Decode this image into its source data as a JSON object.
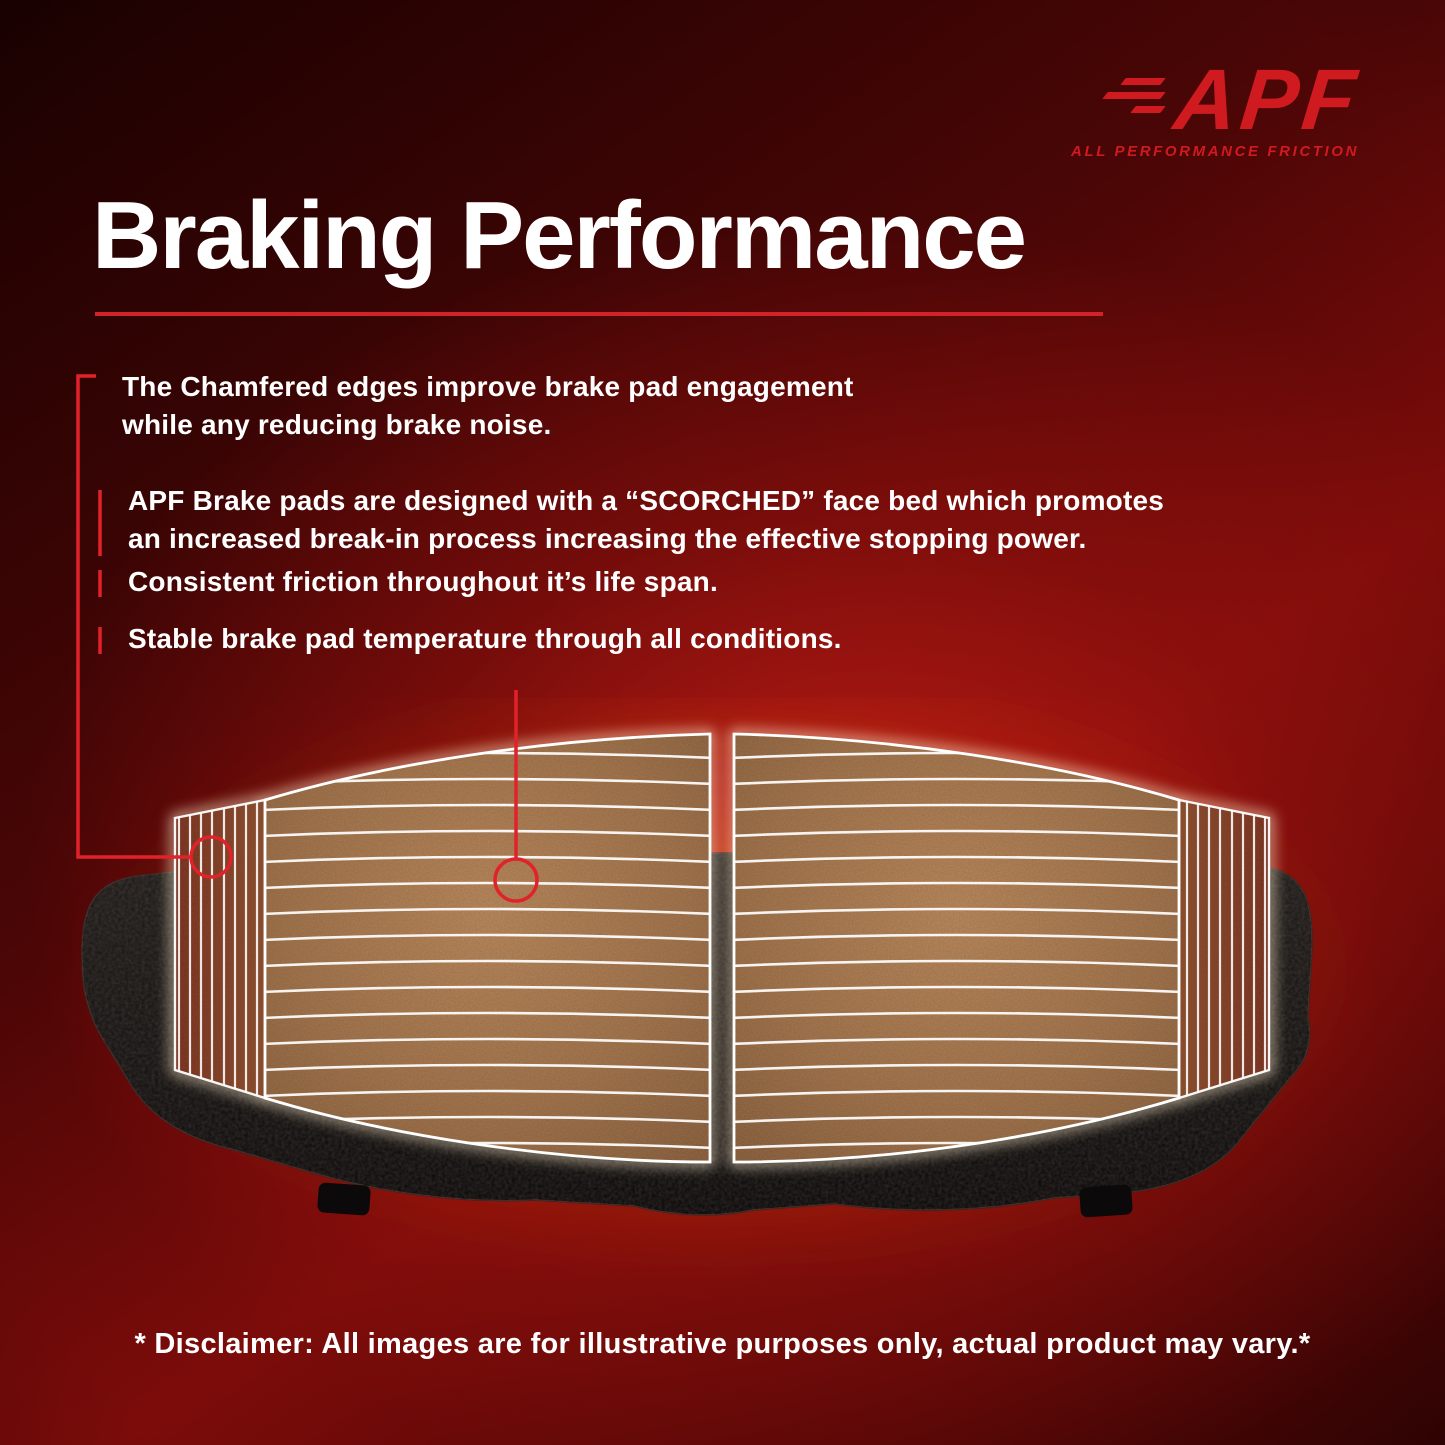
{
  "logo": {
    "name": "APF",
    "tagline": "ALL PERFORMANCE FRICTION"
  },
  "title": "Braking Performance",
  "bullets": [
    {
      "text": "The Chamfered edges improve brake pad engagement\nwhile any reducing brake noise."
    },
    {
      "text": "APF Brake pads are designed with a “SCORCHED” face bed which promotes\nan increased break-in process increasing the effective stopping power."
    },
    {
      "text": "Consistent friction throughout it’s life span."
    },
    {
      "text": "Stable brake pad temperature through all conditions."
    }
  ],
  "disclaimer": "* Disclaimer: All images are for illustrative purposes only, actual product may vary.*",
  "colors": {
    "accent_red": "#d2232a",
    "logo_red": "#cf1a20",
    "text_white": "#ffffff",
    "pad_brown": "#96653d",
    "plate_black": "#0f0c0c"
  }
}
